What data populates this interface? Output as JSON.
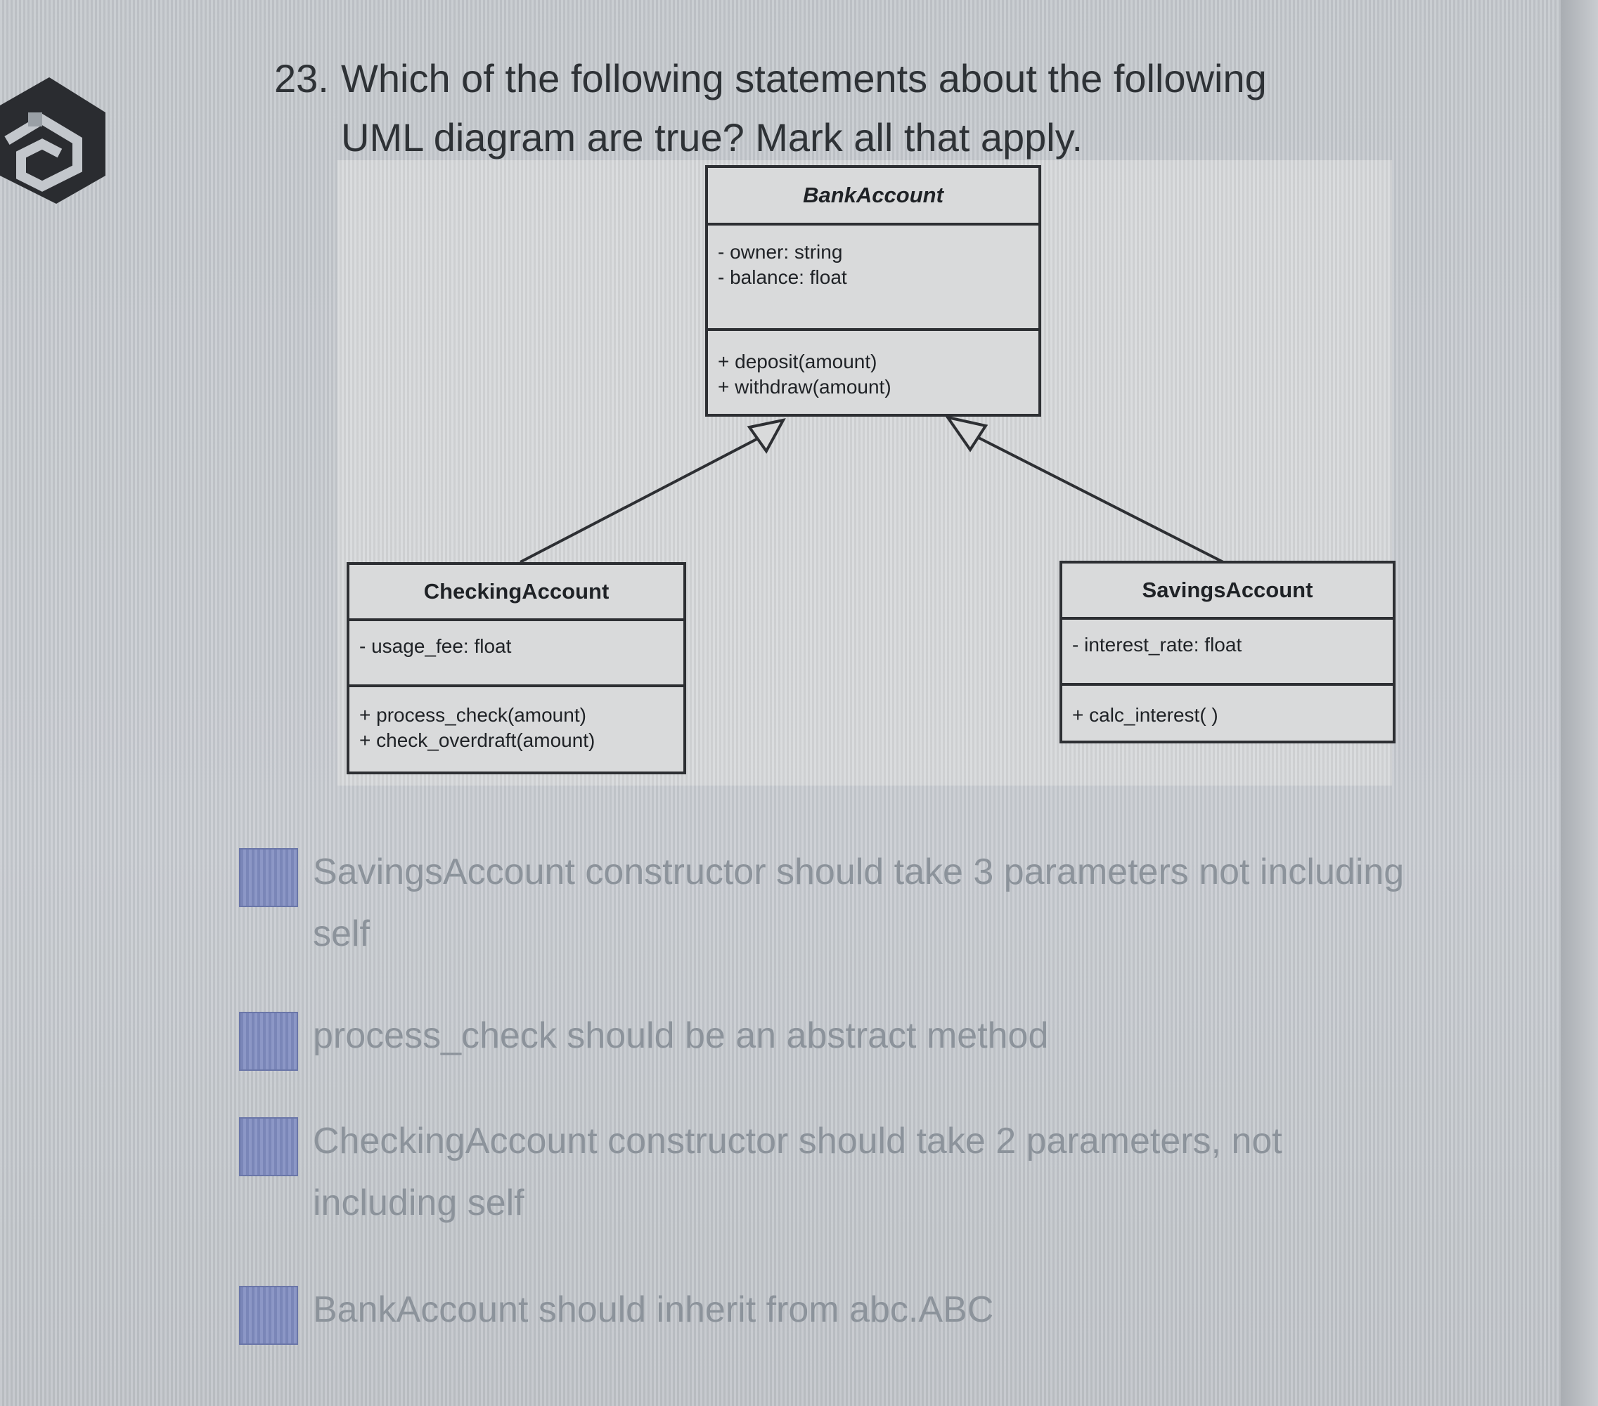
{
  "question": {
    "number": "23.",
    "line1": "Which of the following statements about the following",
    "line2": "UML diagram are true? Mark all that apply."
  },
  "diagram": {
    "bank": {
      "name": "BankAccount",
      "attrs": [
        "- owner: string",
        "- balance: float"
      ],
      "methods": [
        "+ deposit(amount)",
        "+ withdraw(amount)"
      ]
    },
    "checking": {
      "name": "CheckingAccount",
      "attrs": [
        "- usage_fee: float"
      ],
      "methods": [
        "+ process_check(amount)",
        "+ check_overdraft(amount)"
      ]
    },
    "savings": {
      "name": "SavingsAccount",
      "attrs": [
        "- interest_rate: float"
      ],
      "methods": [
        "+ calc_interest( )"
      ]
    }
  },
  "options": [
    {
      "text": "SavingsAccount constructor should take 3 parameters not including self"
    },
    {
      "text": "process_check should be an abstract method"
    },
    {
      "text": "CheckingAccount constructor should take 2 parameters, not including self"
    },
    {
      "text": "BankAccount should inherit from abc.ABC"
    }
  ],
  "colors": {
    "checkbox": "#7a86b8",
    "option_text": "#8c939b",
    "question_text": "#2e3236"
  }
}
